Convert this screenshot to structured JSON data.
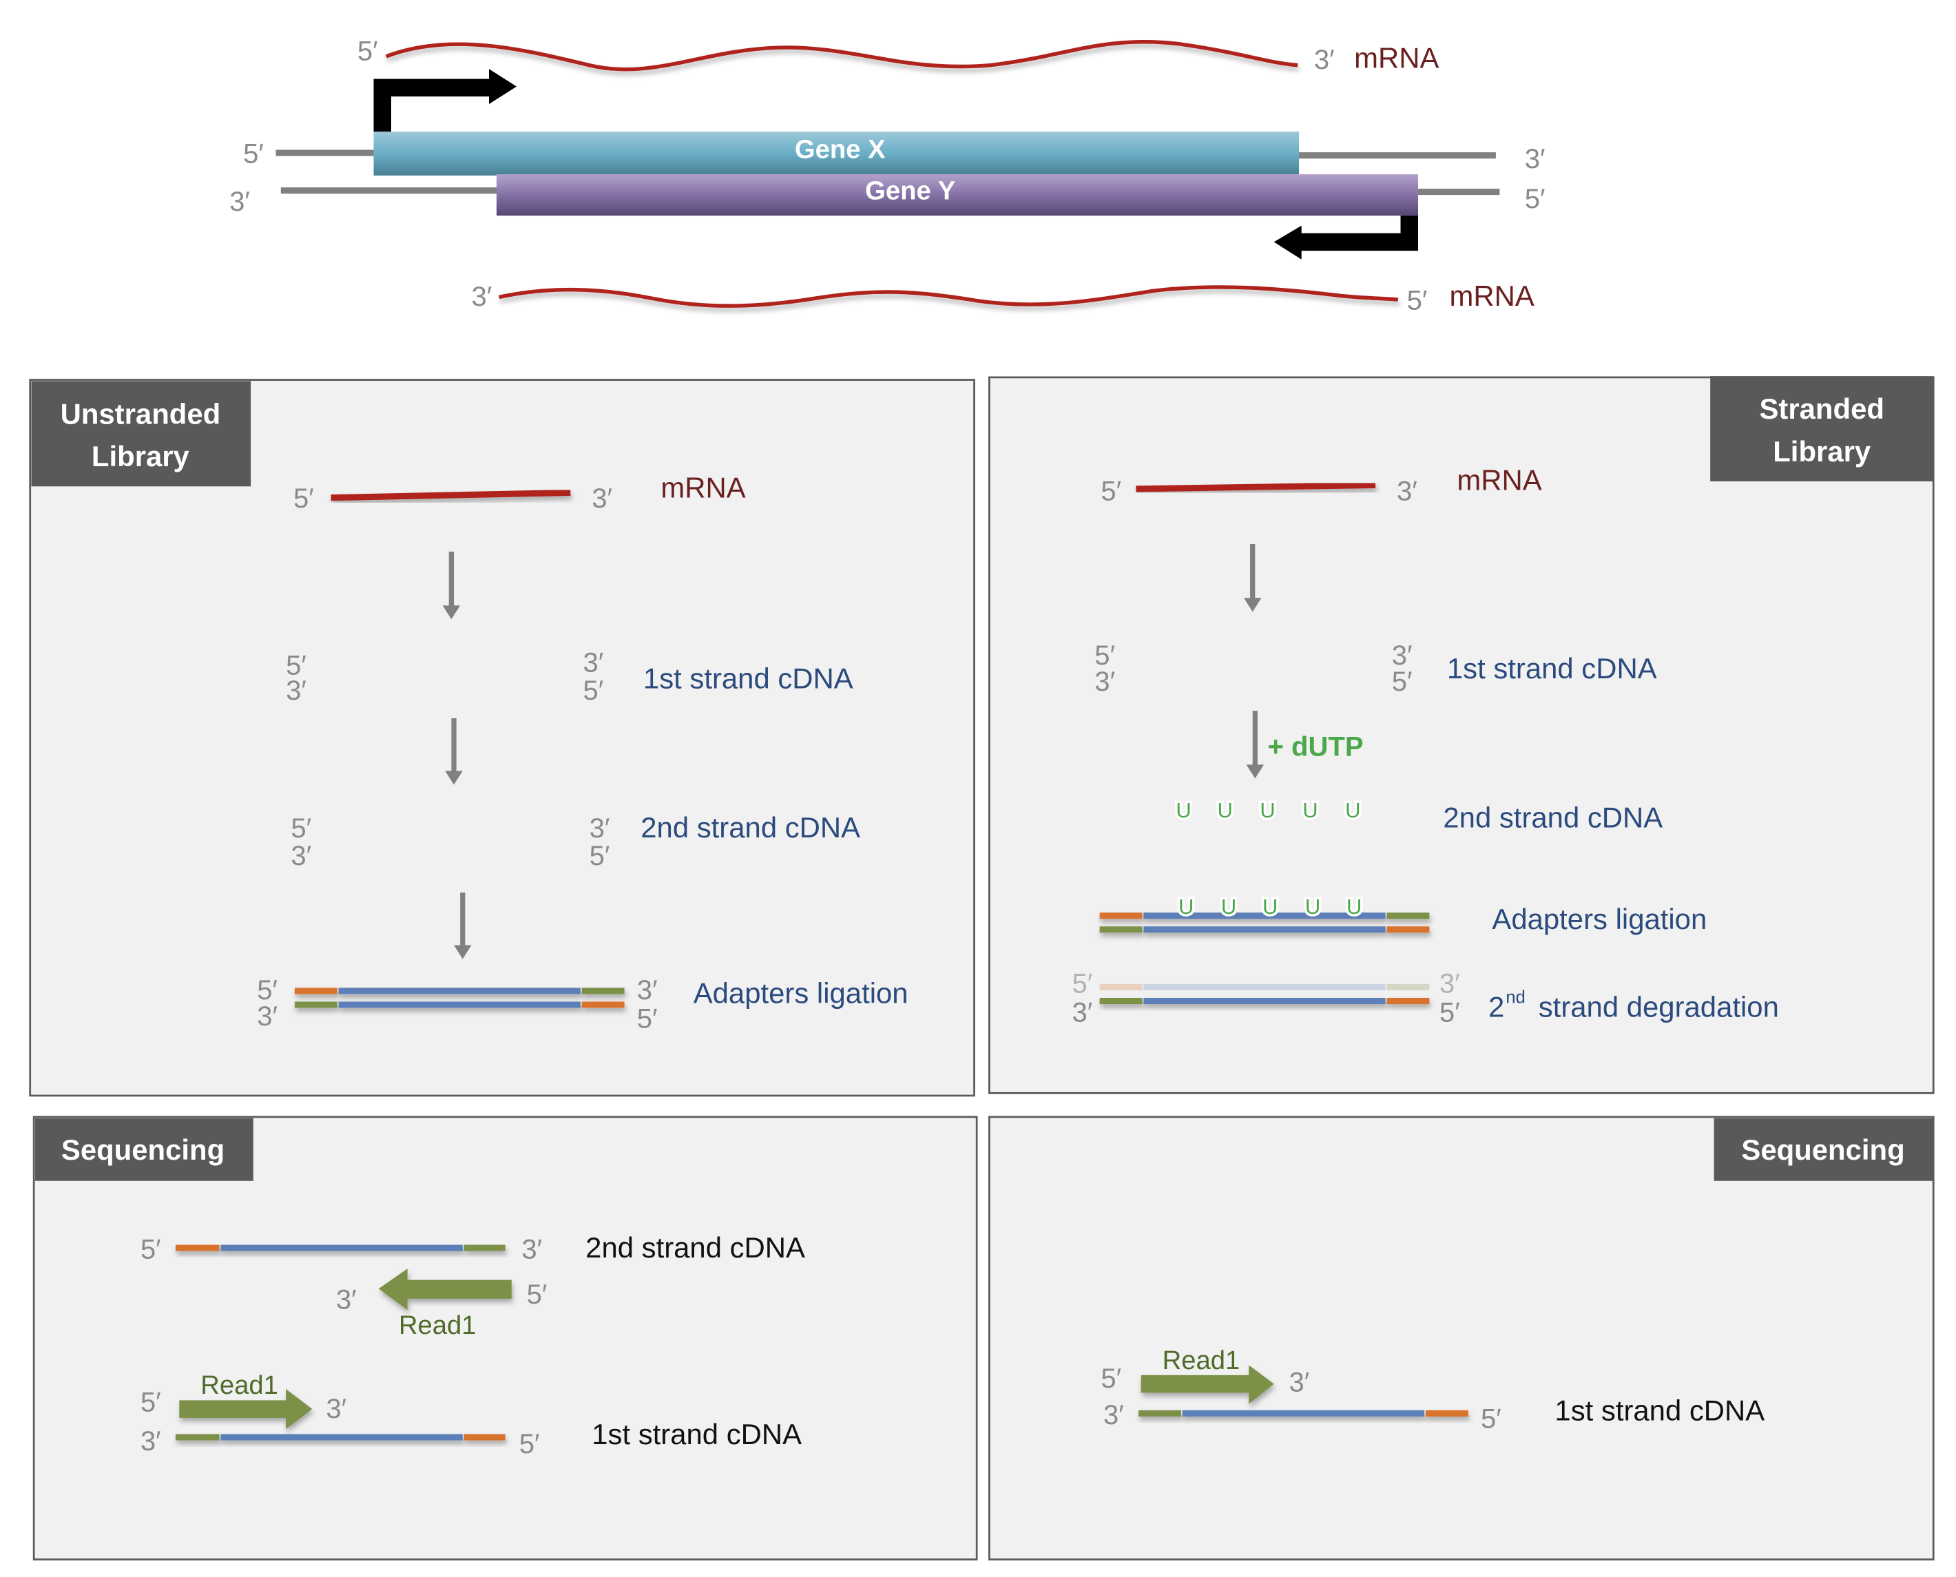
{
  "top": {
    "gene_x": "Gene  X",
    "gene_y": "Gene  Y",
    "mrna_label": "mRNA",
    "five_prime": "5′",
    "three_prime": "3′"
  },
  "unstranded": {
    "header_line1": "Unstranded",
    "header_line2": "Library",
    "steps": [
      "mRNA",
      "1st strand cDNA",
      "2nd strand cDNA",
      "Adapters ligation"
    ]
  },
  "stranded": {
    "header_line1": "Stranded",
    "header_line2": "Library",
    "steps": [
      "mRNA",
      "1st strand cDNA",
      "2nd strand cDNA",
      "Adapters ligation",
      "strand degradation"
    ],
    "degradation_prefix": "2",
    "degradation_sup": "nd",
    "dutp_label": "+ dUTP",
    "uracil": "U"
  },
  "seq_left": {
    "header": "Sequencing",
    "strand_top": "2nd strand cDNA",
    "strand_bottom": "1st strand cDNA",
    "read_label": "Read1"
  },
  "seq_right": {
    "header": "Sequencing",
    "strand": "1st strand cDNA",
    "read_label": "Read1"
  },
  "colors": {
    "mrna": "#b0241c",
    "cdna": "#5b7fb8",
    "adapter_orange": "#d8732e",
    "adapter_green": "#7b9147",
    "read_arrow": "#7b9147",
    "header_bg": "#595959",
    "panel_bg": "#f1f1f1"
  }
}
